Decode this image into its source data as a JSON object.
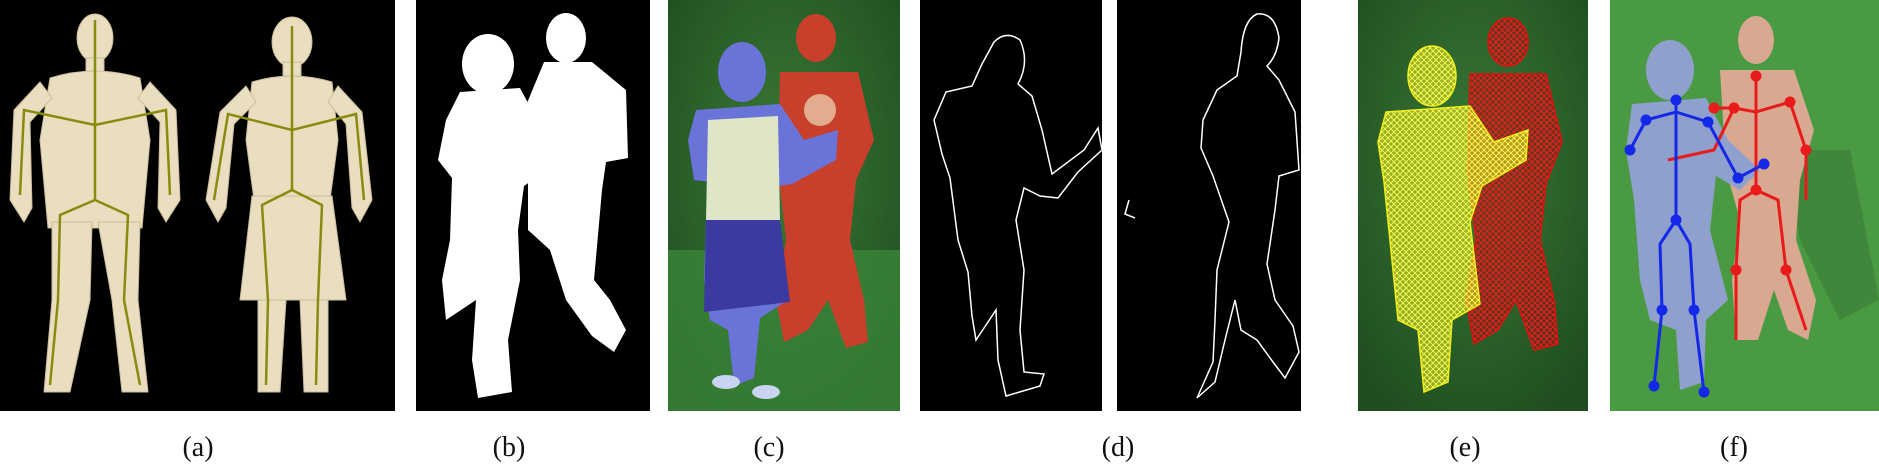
{
  "figure": {
    "captions": {
      "a": "(a)",
      "b": "(b)",
      "c": "(c)",
      "d": "(d)",
      "e": "(e)",
      "f": "(f)"
    },
    "colors": {
      "black_bg": "#000000",
      "green_bg": "#2f6b2f",
      "light_green_bg": "#4a9a44",
      "mesh_cream": "#e9dfc0",
      "skeleton_olive": "#8a8a10",
      "silhouette": "#ffffff",
      "blue_tint": "#6a74d8",
      "red_tint": "#c8402c",
      "yellow_wire": "#f2f01a",
      "red_wire": "#e01010",
      "blue_skeleton": "#1428e8",
      "red_skeleton": "#e81a1a",
      "blue_body": "#8fa0cc",
      "peach_body": "#d8a890"
    }
  }
}
